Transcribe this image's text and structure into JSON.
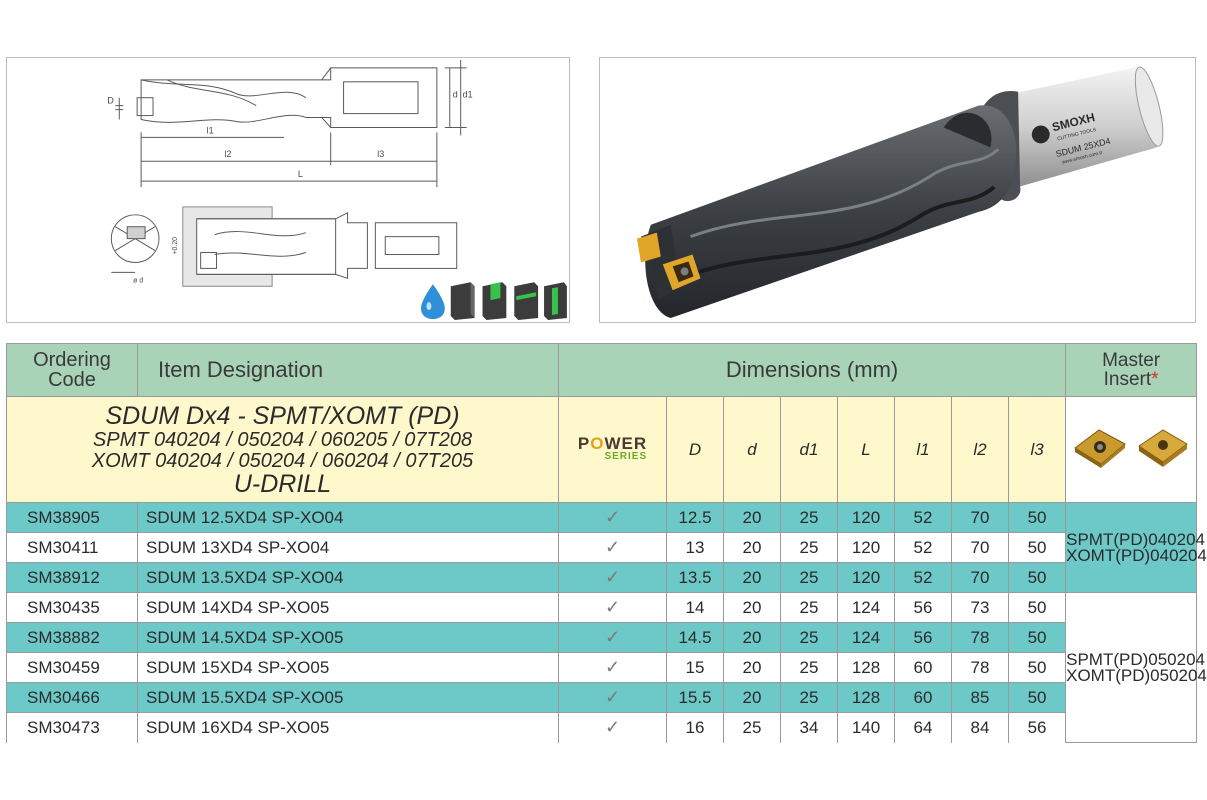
{
  "drawing": {
    "labels": {
      "D": "D",
      "d": "d",
      "d1": "d1",
      "l1": "l1",
      "l2": "l2",
      "l3": "l3",
      "L": "L",
      "tol": "+0.20",
      "dmin": "ø d"
    },
    "icon_colors": {
      "coolant": "#2f8fd8",
      "insert_dark": "#3c3c3c",
      "insert_green": "#37c24a"
    }
  },
  "product": {
    "brand": "SMOXH",
    "brand_sub": "CUTTING TOOLS",
    "shank_marking": "SDUM 25XD4",
    "website": "www.smoxh.com.tr",
    "power_brand": "POWER",
    "power_series": "SERIES"
  },
  "table": {
    "headers": {
      "code_line1": "Ordering",
      "code_line2": "Code",
      "item": "Item Designation",
      "dimensions": "Dimensions (mm)",
      "master_line1": "Master",
      "master_line2": "Insert",
      "master_star": "*"
    },
    "family": {
      "title": "SDUM Dx4 - SPMT/XOMT (PD)",
      "spmt": "SPMT 040204 / 050204 / 060205 / 07T208",
      "xomt": "XOMT 040204 / 050204 / 060204 / 07T205",
      "drill": "U-DRILL"
    },
    "dim_cols": [
      "D",
      "d",
      "d1",
      "L",
      "l1",
      "l2",
      "l3"
    ],
    "insert_groups": [
      {
        "spmt": "SPMT(PD)040204",
        "xomt": "XOMT(PD)040204"
      },
      {
        "spmt": "SPMT(PD)050204",
        "xomt": "XOMT(PD)050204"
      }
    ],
    "check_symbol": "✓",
    "rows": [
      {
        "code": "SM38905",
        "item": "SDUM 12.5XD4 SP-XO04",
        "D": "12.5",
        "d": "20",
        "d1": "25",
        "L": "120",
        "l1": "52",
        "l2": "70",
        "l3": "50"
      },
      {
        "code": "SM30411",
        "item": "SDUM 13XD4 SP-XO04",
        "D": "13",
        "d": "20",
        "d1": "25",
        "L": "120",
        "l1": "52",
        "l2": "70",
        "l3": "50"
      },
      {
        "code": "SM38912",
        "item": "SDUM 13.5XD4 SP-XO04",
        "D": "13.5",
        "d": "20",
        "d1": "25",
        "L": "120",
        "l1": "52",
        "l2": "70",
        "l3": "50"
      },
      {
        "code": "SM30435",
        "item": "SDUM 14XD4 SP-XO05",
        "D": "14",
        "d": "20",
        "d1": "25",
        "L": "124",
        "l1": "56",
        "l2": "73",
        "l3": "50"
      },
      {
        "code": "SM38882",
        "item": "SDUM 14.5XD4 SP-XO05",
        "D": "14.5",
        "d": "20",
        "d1": "25",
        "L": "124",
        "l1": "56",
        "l2": "78",
        "l3": "50"
      },
      {
        "code": "SM30459",
        "item": "SDUM 15XD4 SP-XO05",
        "D": "15",
        "d": "20",
        "d1": "25",
        "L": "128",
        "l1": "60",
        "l2": "78",
        "l3": "50"
      },
      {
        "code": "SM30466",
        "item": "SDUM 15.5XD4 SP-XO05",
        "D": "15.5",
        "d": "20",
        "d1": "25",
        "L": "128",
        "l1": "60",
        "l2": "85",
        "l3": "50"
      },
      {
        "code": "SM30473",
        "item": "SDUM 16XD4 SP-XO05",
        "D": "16",
        "d": "25",
        "d1": "34",
        "L": "140",
        "l1": "64",
        "l2": "84",
        "l3": "56"
      }
    ]
  }
}
